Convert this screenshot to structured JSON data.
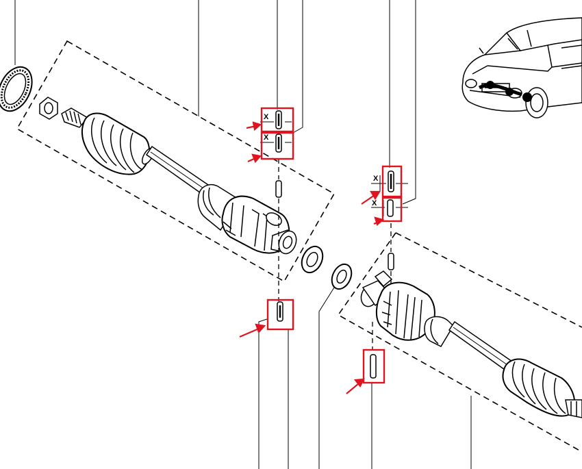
{
  "diagram": {
    "dimension_labels": [
      "X",
      "X",
      "X",
      "X"
    ]
  },
  "colors": {
    "line": "#000000",
    "highlight": "#e0141e",
    "paper": "#ffffff"
  }
}
